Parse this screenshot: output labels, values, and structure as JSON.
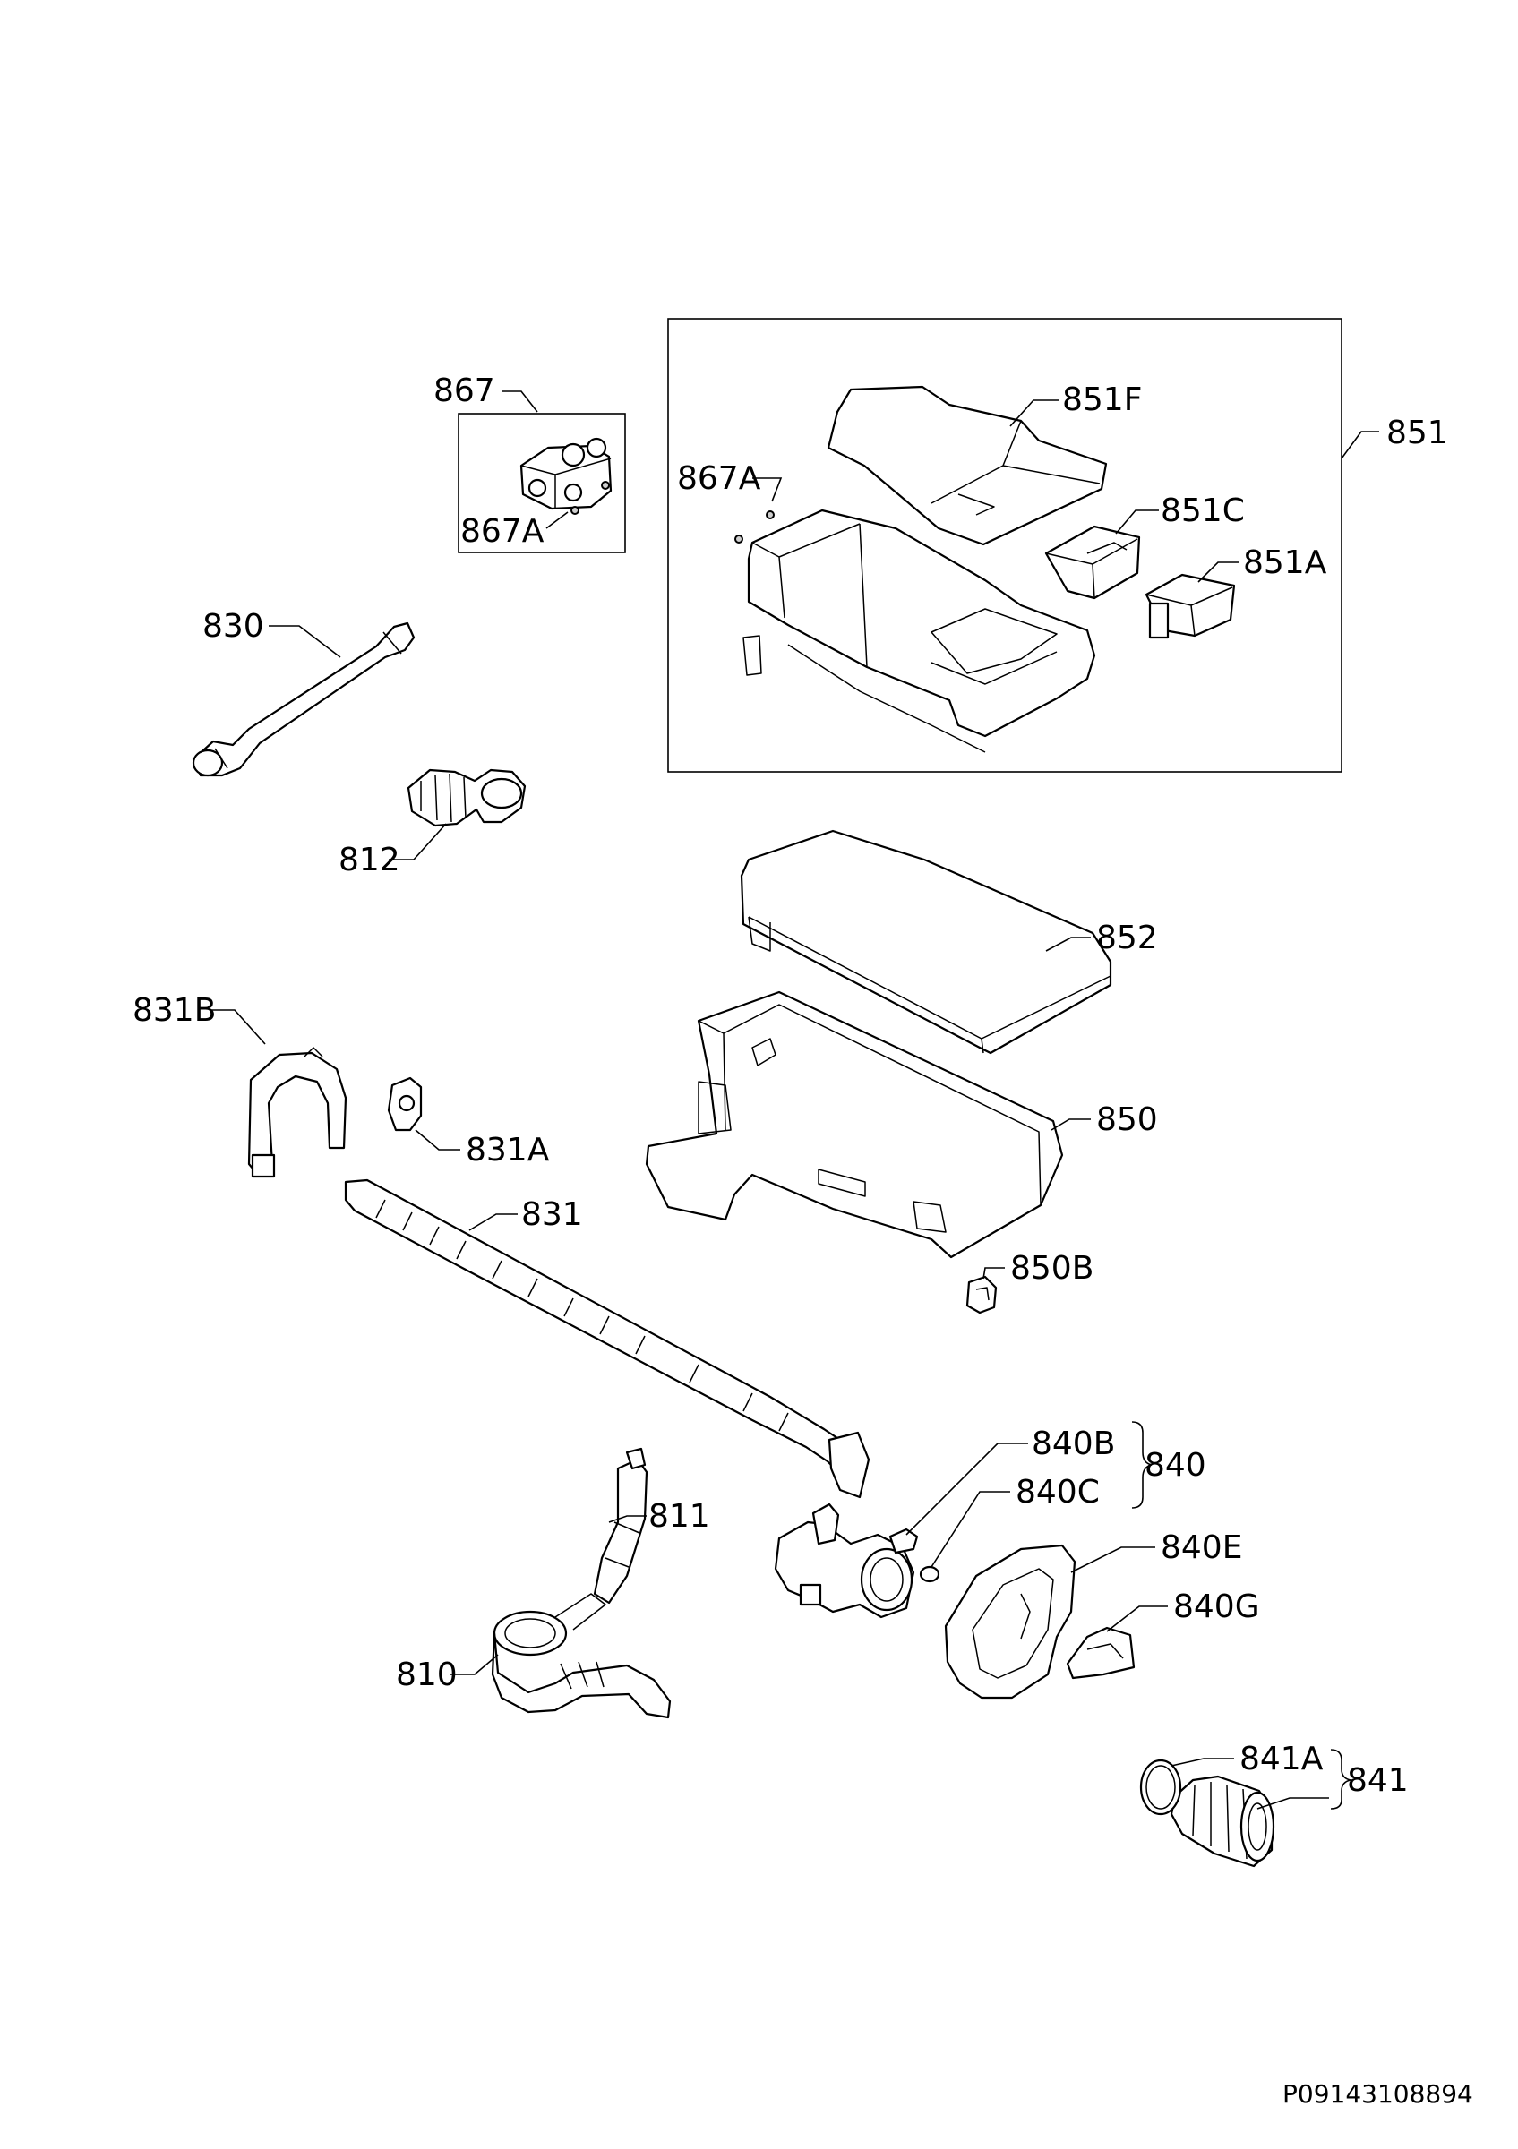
{
  "labels": {
    "p867": "867",
    "p867a_1": "867A",
    "p867a_2": "867A",
    "p851": "851",
    "p851f": "851F",
    "p851c": "851C",
    "p851a": "851A",
    "p830": "830",
    "p812": "812",
    "p852": "852",
    "p831b": "831B",
    "p831a": "831A",
    "p850": "850",
    "p831": "831",
    "p850b": "850B",
    "p840b": "840B",
    "p840": "840",
    "p840c": "840C",
    "p811": "811",
    "p840e": "840E",
    "p840g": "840G",
    "p810": "810",
    "p841a": "841A",
    "p841": "841"
  },
  "drawing_code": "P09143108894"
}
